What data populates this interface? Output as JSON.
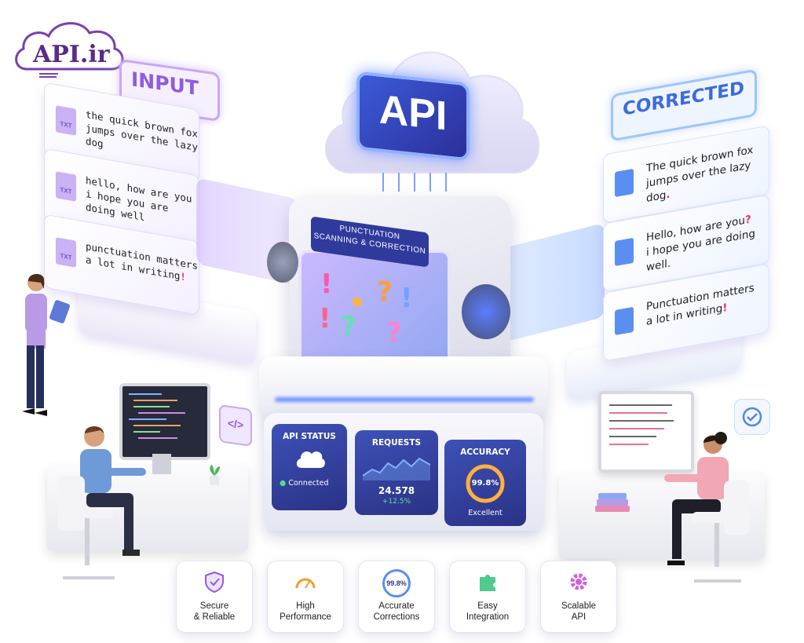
{
  "brand": {
    "logo_text": "API.ir"
  },
  "labels": {
    "input": "INPUT",
    "corrected": "CORRECTED"
  },
  "input_cards": [
    {
      "line1": "the quick brown fox",
      "line2": "jumps over the lazy dog",
      "mark": ""
    },
    {
      "line1": "hello, how are you",
      "line2": "i hope you are doing well",
      "mark": ""
    },
    {
      "line1": "punctuation matters",
      "line2": "a lot in writing",
      "mark": "!"
    }
  ],
  "input_doc_label": "TXT",
  "corrected_cards": [
    {
      "line1": "The quick brown fox",
      "line2": "jumps over the lazy dog",
      "mark": "."
    },
    {
      "line1": "Hello, how are you",
      "line2": "i hope you are doing well.",
      "mark": "?"
    },
    {
      "line1": "Punctuation matters",
      "line2": "a lot in writing",
      "mark": "!"
    }
  ],
  "cloud": {
    "label": "API"
  },
  "machine": {
    "line1": "PUNCTUATION",
    "line2": "SCANNING & CORRECTION"
  },
  "dashboard": {
    "status": {
      "title": "API STATUS",
      "state": "Connected"
    },
    "requests": {
      "title": "REQUESTS",
      "value": "24.578",
      "change": "+12.5%"
    },
    "accuracy": {
      "title": "ACCURACY",
      "value": "99.8%",
      "rating": "Excellent",
      "percent": 99.8
    }
  },
  "code_badge": "</>",
  "features": [
    {
      "line1": "Secure",
      "line2": "& Reliable",
      "icon": "shield-check-icon"
    },
    {
      "line1": "High",
      "line2": "Performance",
      "icon": "speedometer-icon"
    },
    {
      "line1": "Accurate",
      "line2": "Corrections",
      "icon": "percent-badge-icon",
      "badge": "99.8%"
    },
    {
      "line1": "Easy",
      "line2": "Integration",
      "icon": "puzzle-icon"
    },
    {
      "line1": "Scalable",
      "line2": "API",
      "icon": "gear-icon"
    }
  ],
  "colors": {
    "purple": "#8f5ce0",
    "blue": "#3d6bdc",
    "panel": "#2f3a9c",
    "mark": "#ef2f6a"
  }
}
